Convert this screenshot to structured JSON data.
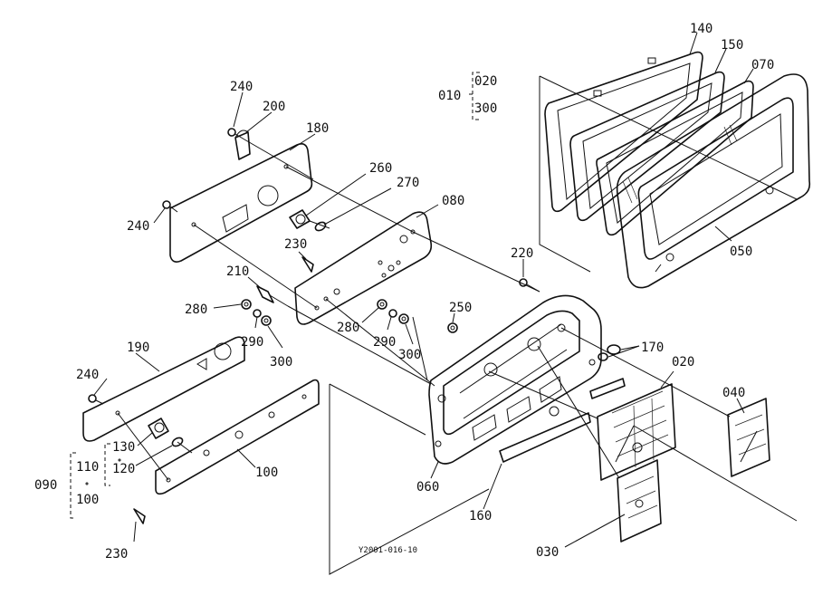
{
  "diagram_id": "Y2001-016-10",
  "labels": {
    "p010": "010",
    "p020a": "020",
    "p300a": "300",
    "p140": "140",
    "p150": "150",
    "p070": "070",
    "p240a": "240",
    "p200": "200",
    "p180": "180",
    "p260": "260",
    "p270": "270",
    "p080": "080",
    "p240b": "240",
    "p230a": "230",
    "p220": "220",
    "p050": "050",
    "p210": "210",
    "p280a": "280",
    "p290a": "290",
    "p300b": "300",
    "p250": "250",
    "p280b": "280",
    "p290b": "290",
    "p300c": "300",
    "p170": "170",
    "p190": "190",
    "p020b": "020",
    "p040": "040",
    "p240c": "240",
    "p130": "130",
    "p110": "110",
    "p120": "120",
    "p090": "090",
    "p100a": "100",
    "p100b": "100",
    "p060": "060",
    "p160": "160",
    "p230b": "230",
    "p030": "030"
  }
}
